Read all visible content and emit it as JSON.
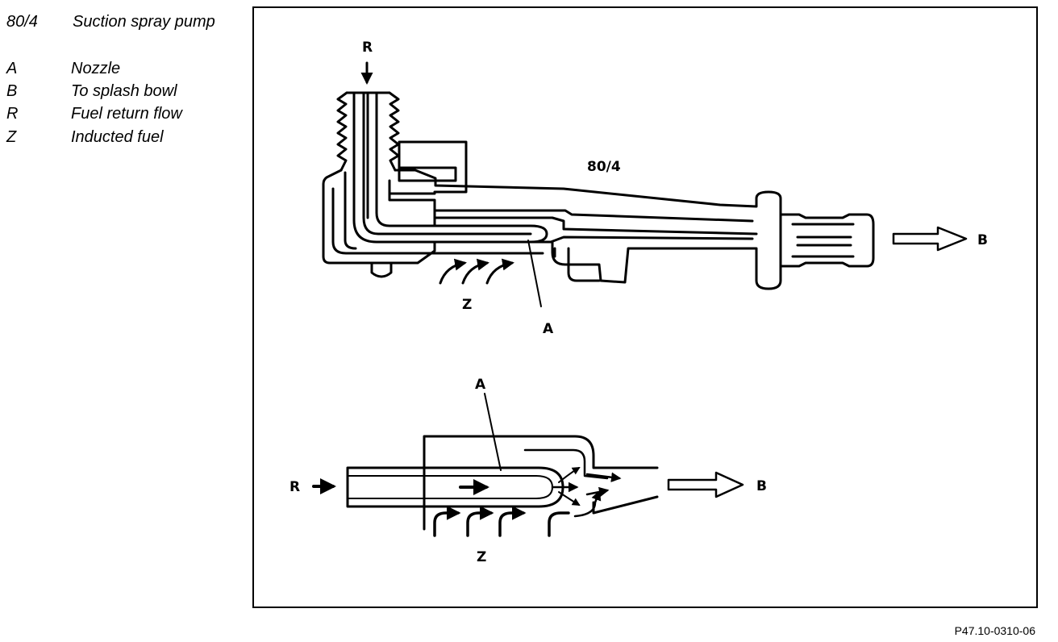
{
  "legend": {
    "title_code": "80/4",
    "title_desc": "Suction spray pump",
    "items": [
      {
        "key": "A",
        "desc": "Nozzle"
      },
      {
        "key": "B",
        "desc": "To splash bowl"
      },
      {
        "key": "R",
        "desc": "Fuel return flow"
      },
      {
        "key": "Z",
        "desc": "Inducted fuel"
      }
    ]
  },
  "diagram": {
    "top": {
      "part_label": "80/4",
      "label_r": "R",
      "label_a": "A",
      "label_b": "B",
      "label_z": "Z"
    },
    "bottom": {
      "label_r": "R",
      "label_a": "A",
      "label_b": "B",
      "label_z": "Z"
    }
  },
  "reference": "P47.10-0310-06"
}
